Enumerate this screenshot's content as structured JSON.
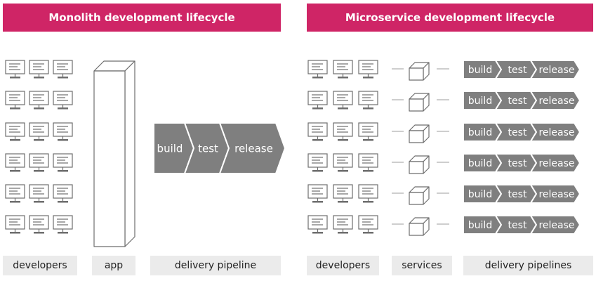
{
  "colors": {
    "banner": "#cf2566",
    "stage_fill": "#7f7f7f",
    "stage_text": "#ffffff",
    "label_bg": "#ebebeb",
    "outline": "#6e6e6e"
  },
  "icons": {
    "developer": "monitor-icon",
    "service": "cube-icon"
  },
  "monolith": {
    "title": "Monolith development lifecycle",
    "developer_groups": 6,
    "monitors_per_group": 3,
    "pipeline": [
      "build",
      "test",
      "release"
    ],
    "labels": {
      "developers": "developers",
      "app": "app",
      "pipeline": "delivery pipeline"
    }
  },
  "microservice": {
    "title": "Microservice development lifecycle",
    "rows": 6,
    "monitors_per_row": 3,
    "pipeline": [
      "build",
      "test",
      "release"
    ],
    "labels": {
      "developers": "developers",
      "services": "services",
      "pipelines": "delivery pipelines"
    }
  }
}
